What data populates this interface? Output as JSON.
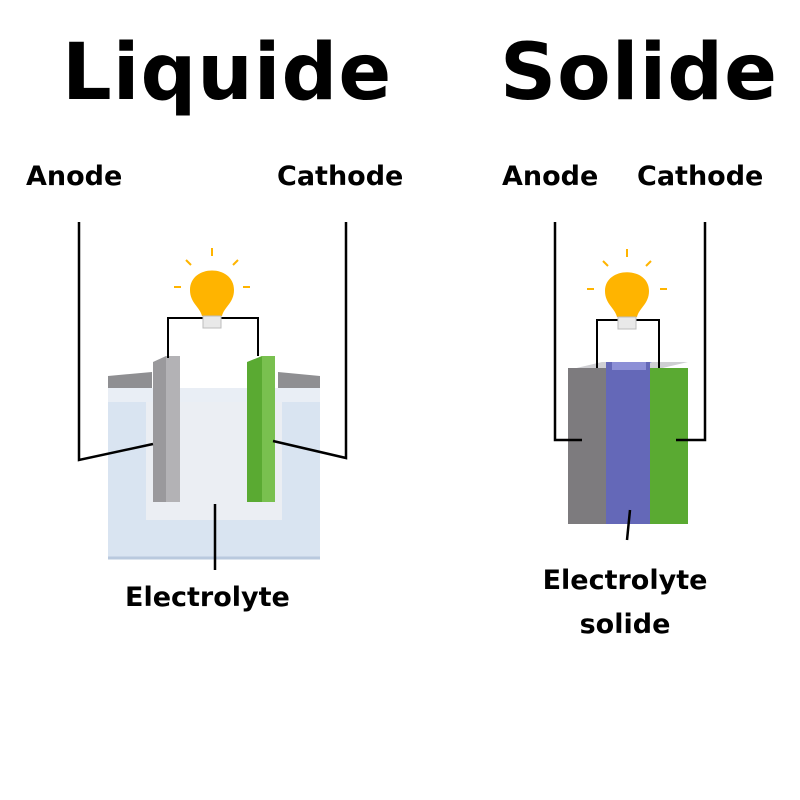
{
  "left_panel": {
    "title": "Liquide",
    "anode_label": "Anode",
    "cathode_label": "Cathode",
    "electrolyte_label": "Electrolyte"
  },
  "right_panel": {
    "title": "Solide",
    "anode_label": "Anode",
    "cathode_label": "Cathode",
    "electrolyte_label": "Electrolyte solide"
  },
  "colors": {
    "bulb": "#ffb400",
    "anode": "#7d7b7e",
    "cathode": "#5aaa32",
    "solid_electrolyte": "#6468b8",
    "liquid": "#d6e2f0",
    "wire": "#000000"
  }
}
